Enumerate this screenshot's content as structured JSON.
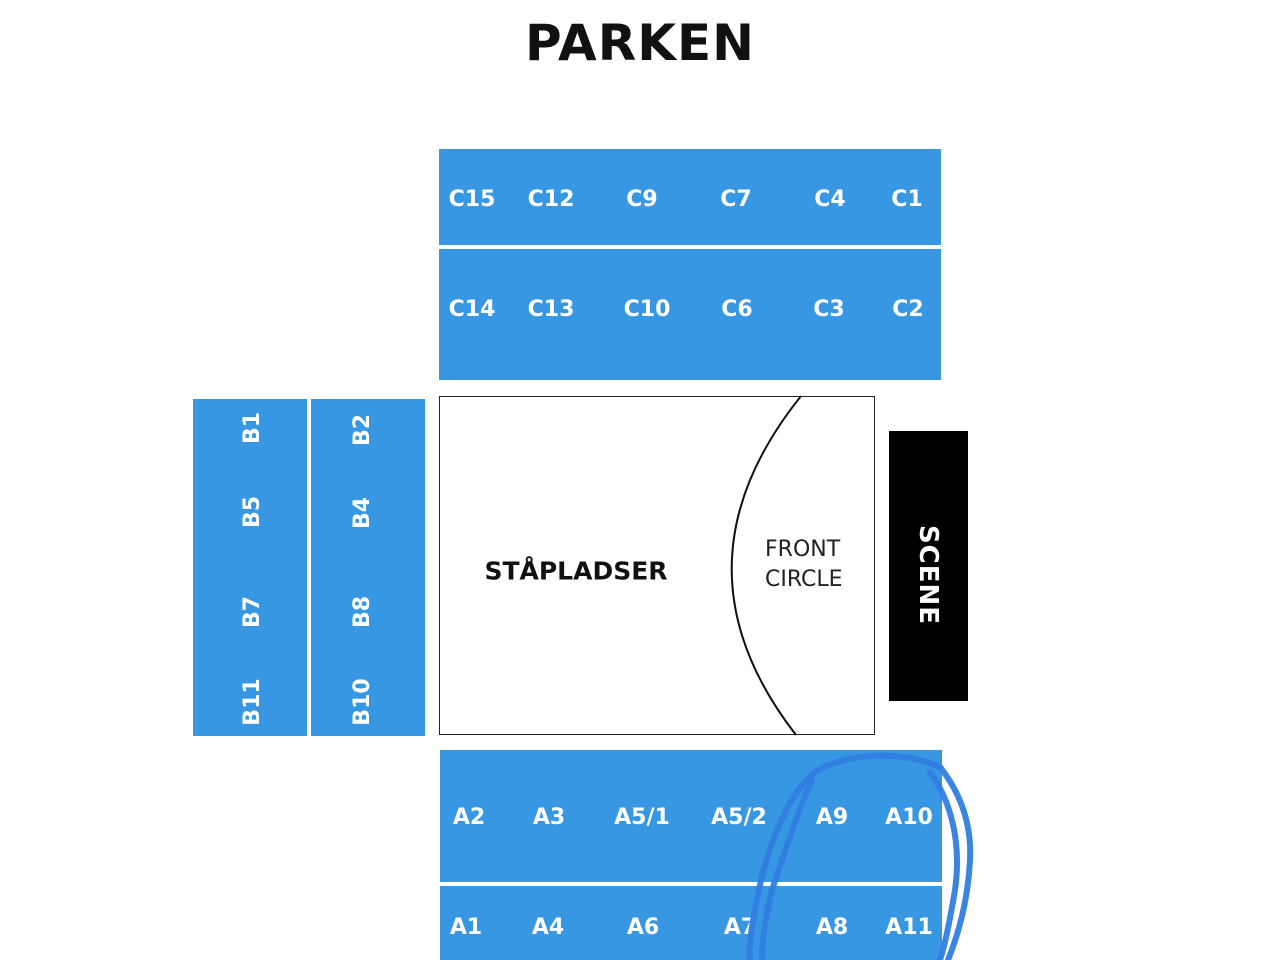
{
  "title": "PARKEN",
  "colors": {
    "section_blue": "#3797e3",
    "scene_black": "#000000",
    "marker_blue": "#2f7de0"
  },
  "sections": {
    "c_upper": [
      "C15",
      "C12",
      "C9",
      "C7",
      "C4",
      "C1"
    ],
    "c_lower": [
      "C14",
      "C13",
      "C10",
      "C6",
      "C3",
      "C2"
    ],
    "b_left": [
      "B1",
      "B5",
      "B7",
      "B11"
    ],
    "b_right": [
      "B2",
      "B4",
      "B8",
      "B10"
    ],
    "a_upper": [
      "A2",
      "A3",
      "A5/1",
      "A5/2",
      "A9",
      "A10"
    ],
    "a_lower": [
      "A1",
      "A4",
      "A6",
      "A7",
      "A8",
      "A11"
    ]
  },
  "floor": {
    "standing_label": "STÅPLADSER",
    "front_circle_line1": "FRONT",
    "front_circle_line2": "CIRCLE"
  },
  "stage": {
    "label": "SCENE"
  }
}
